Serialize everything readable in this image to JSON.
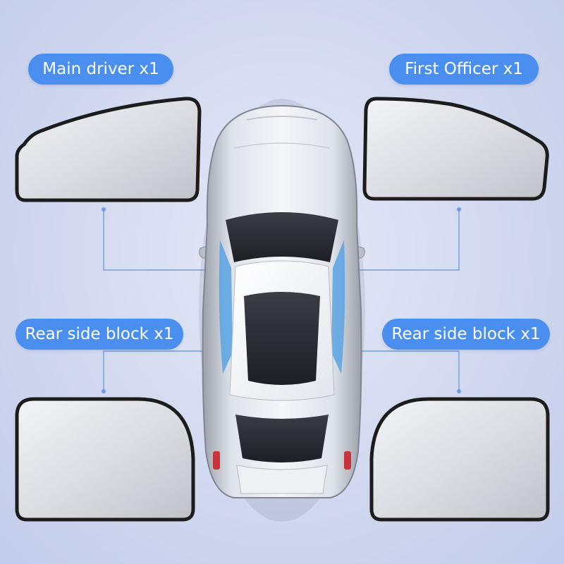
{
  "labels": {
    "main_driver": "Main driver x1",
    "first_officer": "First Officer x1",
    "rear_left": "Rear side block x1",
    "rear_right": "Rear side block x1"
  },
  "colors": {
    "label_bg": "#4a8ff0",
    "label_text": "#ffffff",
    "connector": "#6f9ee8",
    "shade_frame": "#1c1c1c",
    "car_body": "#e9ecf1",
    "window_highlight": "#5fa6e2"
  },
  "icons": {
    "car": "car-top-view-icon",
    "front_left_shade": "front-left-sunshade-icon",
    "front_right_shade": "front-right-sunshade-icon",
    "rear_left_shade": "rear-left-sunshade-icon",
    "rear_right_shade": "rear-right-sunshade-icon"
  }
}
